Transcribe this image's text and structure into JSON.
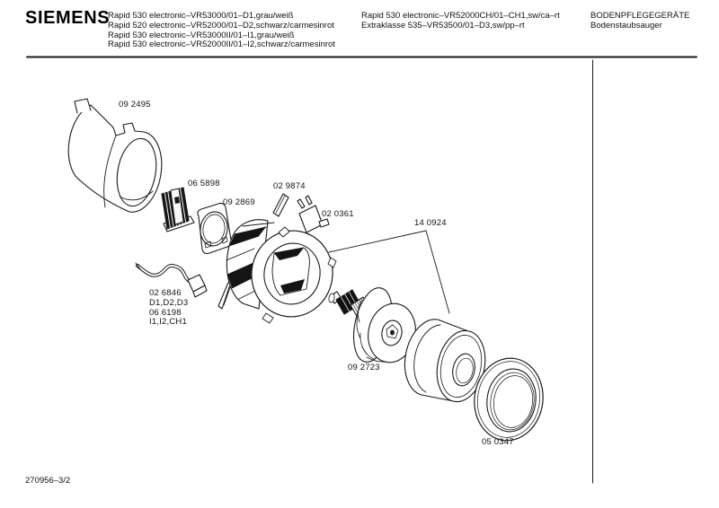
{
  "brand": "SIEMENS",
  "header": {
    "models_left": [
      "Rapid 530 electronic–VR53000/01–D1,grau/weiß",
      "Rapid 520 electronic–VR52000/01–D2,schwarz/carmesinrot",
      "Rapid 530 electronic–VR53000II/01–I1,grau/weiß",
      "Rapid 530 electronic–VR52000II/01–I2,schwarz/carmesinrot"
    ],
    "models_right": [
      "Rapid 530 electronic–VR52000CH/01–CH1,sw/ca–rt",
      "Extraklasse 535–VR53500/01–D3,sw/pp–rt"
    ],
    "category": "BODENPFLEGEGERÄTE",
    "subcategory": "Bodenstaubsauger"
  },
  "diagram": {
    "part_labels": {
      "housing": "09 2495",
      "filter_grid": "06 5898",
      "seal_plate": "09 2869",
      "pin": "02 9874",
      "suppressor": "02 0361",
      "motor_unit": "14 0924",
      "cable_line1": "02 6846",
      "cable_line2": "D1,D2,D3",
      "cable_line3": "06 6198",
      "cable_line4": "I1,I2,CH1",
      "fan": "09 2723",
      "seal_ring": "05 0347"
    }
  },
  "footer": {
    "doc_number": "270956–3/2"
  }
}
